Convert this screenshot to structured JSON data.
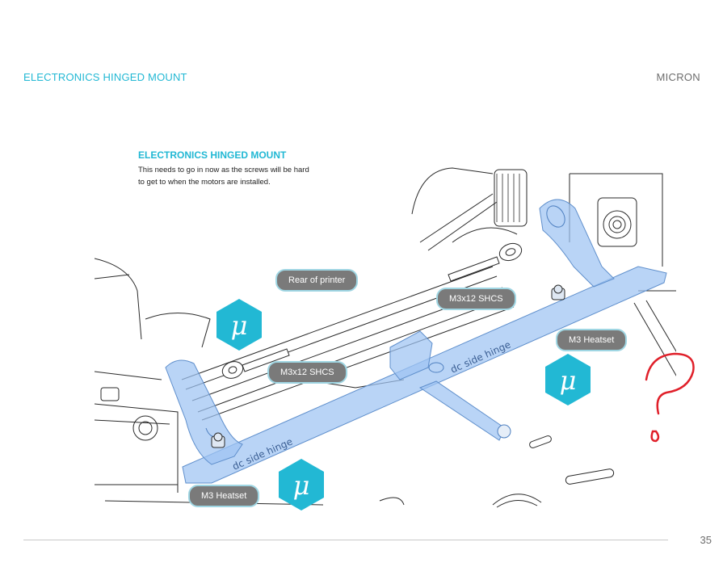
{
  "header": {
    "section_title": "ELECTRONICS HINGED MOUNT",
    "brand": "MICRON"
  },
  "instruction": {
    "title": "ELECTRONICS HINGED MOUNT",
    "body": "This needs to go in now as the screws will be hard to get to when the motors are installed."
  },
  "part_label": "dc side hinge",
  "callouts": {
    "rear": "Rear of printer",
    "screw_right": "M3x12 SHCS",
    "screw_left": "M3x12 SHCS",
    "heatset_right": "M3 Heatset",
    "heatset_left": "M3 Heatset"
  },
  "footer": {
    "page_number": "35"
  },
  "colors": {
    "accent": "#22b8d4",
    "part_blue": "#9ec4f2",
    "callout_bg": "#7a7a7a",
    "annotation_red": "#e0202a"
  }
}
